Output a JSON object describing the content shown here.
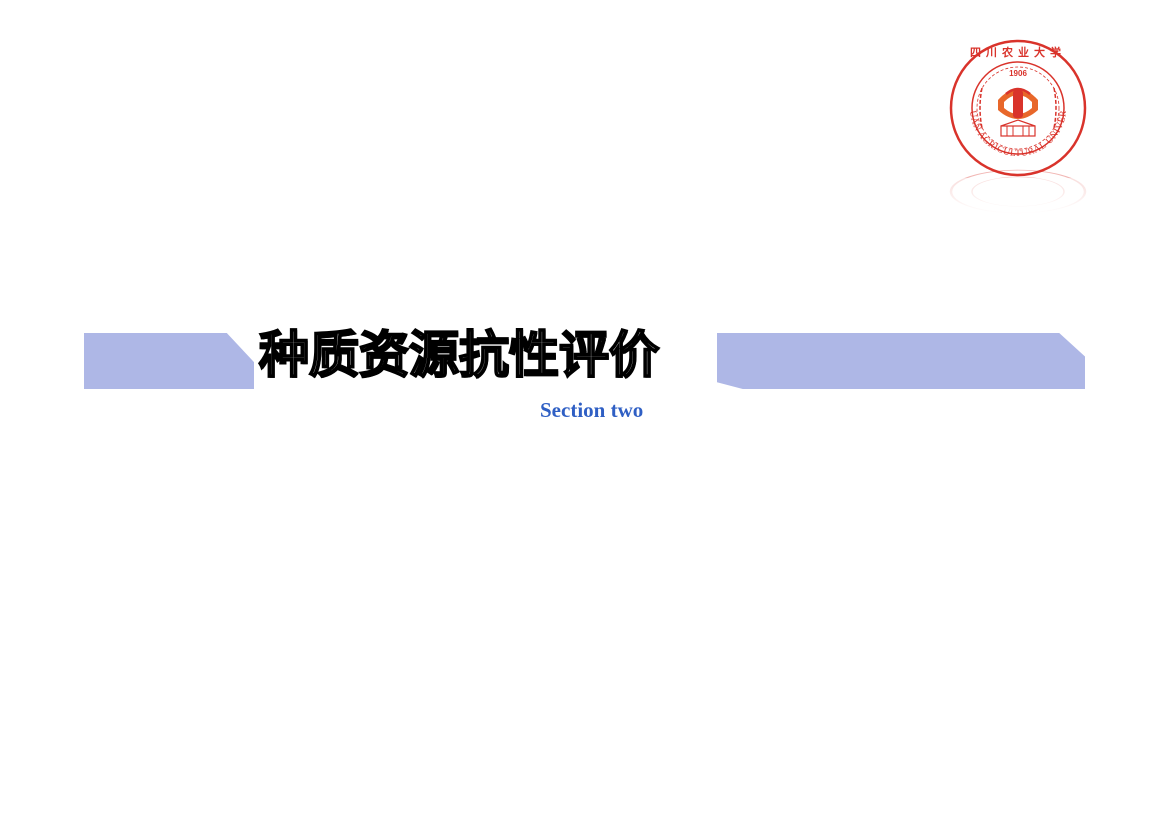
{
  "slide": {
    "title": "种质资源抗性评价",
    "subtitle": "Section two"
  },
  "logo": {
    "institution_en": "SICHUAN AGRICULTURAL UNIVERSITY",
    "institution_zh": "四川农业大学",
    "year": "1906",
    "icon": "university-seal-icon"
  },
  "colors": {
    "band": "#aeb7e6",
    "subtitle": "#2f5fc4",
    "seal_red": "#d9332b",
    "seal_orange": "#e8672a"
  }
}
